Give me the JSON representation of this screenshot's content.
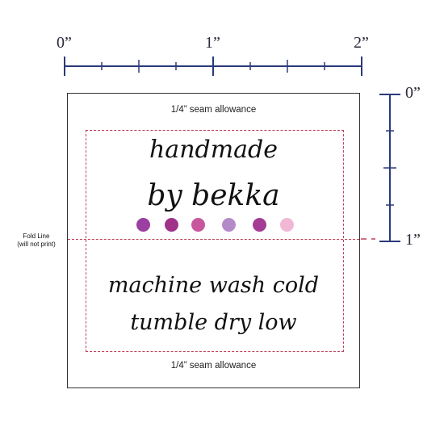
{
  "ruler": {
    "top_labels": [
      "0”",
      "1”",
      "2”"
    ],
    "side_labels": [
      "0”",
      "1”"
    ],
    "color": "#2b3a7a"
  },
  "label": {
    "seam_top": "1/4” seam allowance",
    "seam_bottom": "1/4” seam allowance",
    "line1": "handmade",
    "line2": "by bekka",
    "care1": "machine wash cold",
    "care2": "tumble dry low",
    "fold_label_line1": "Fold Line",
    "fold_label_line2": "(will not print)",
    "dashed_color": "#c0405a",
    "dot_colors": [
      "#9b3fa0",
      "#a0328a",
      "#c8569c",
      "#b58ac8",
      "#a43c95",
      "#f0b8d4"
    ]
  }
}
